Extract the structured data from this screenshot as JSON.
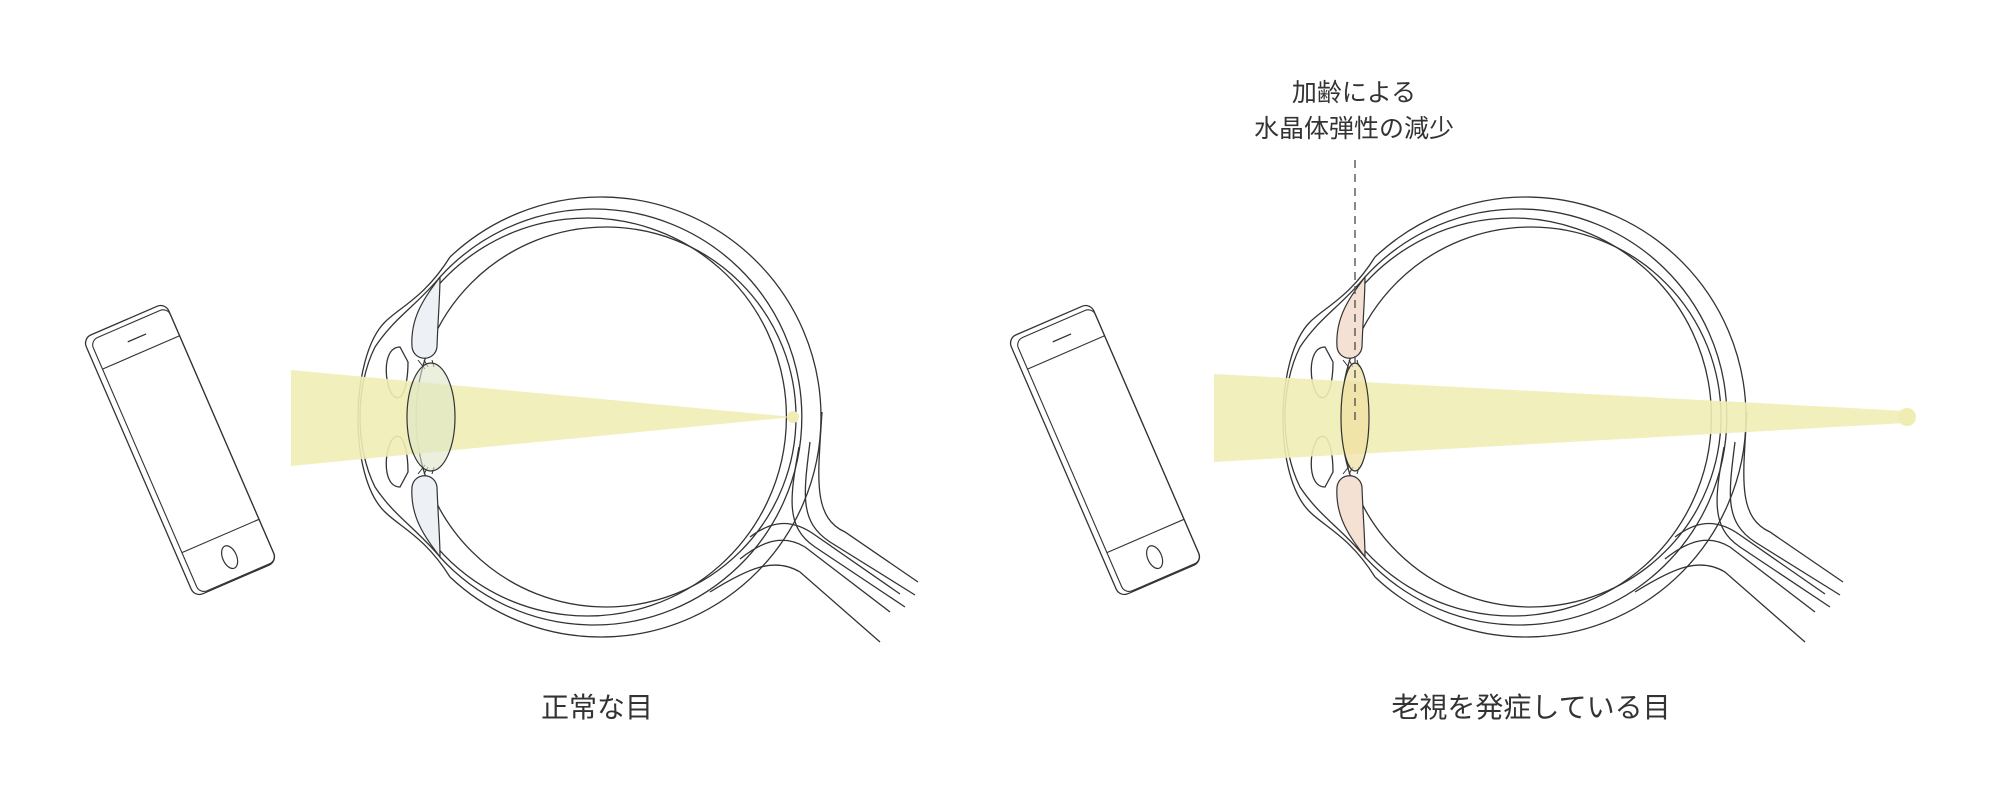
{
  "panels": [
    {
      "caption": "正常な目",
      "lens_fill": "#dde6c8",
      "ciliary_fill": "#edf1f6",
      "beam": "normal"
    },
    {
      "caption": "老視を発症している目",
      "lens_fill": "#efe0a0",
      "ciliary_fill": "#f5e1d3",
      "beam": "presbyopia"
    }
  ],
  "annotation": {
    "line1": "加齢による",
    "line2": "水晶体弾性の減少"
  },
  "colors": {
    "beam": "#efedb4",
    "stroke": "#333333"
  }
}
